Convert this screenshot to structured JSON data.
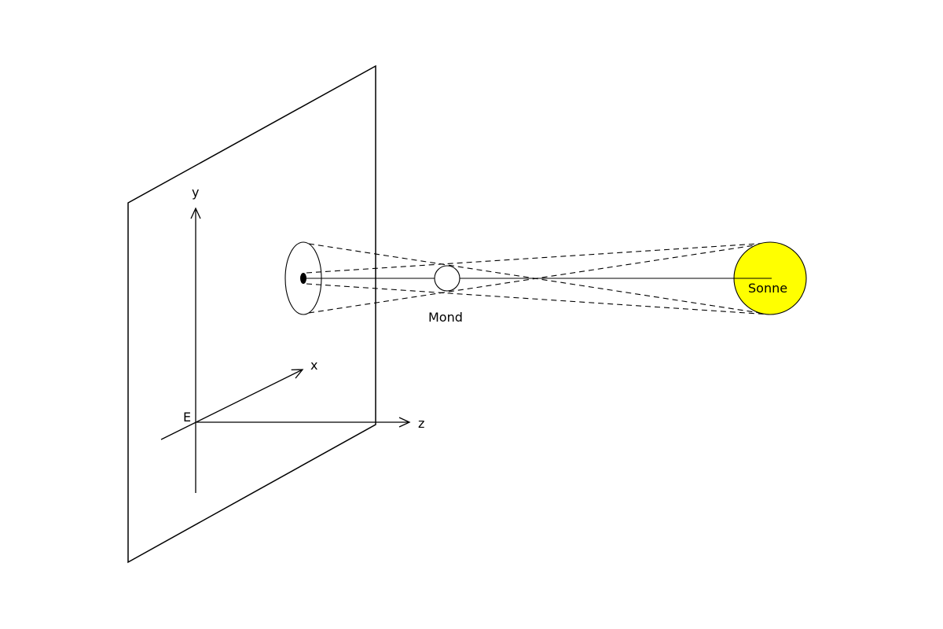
{
  "diagram": {
    "axes": {
      "x": "x",
      "y": "y",
      "z": "z",
      "origin": "E"
    },
    "bodies": {
      "moon": {
        "label": "Mond"
      },
      "sun": {
        "label": "Sonne",
        "color": "#ffff00"
      }
    },
    "colors": {
      "line": "#000000",
      "background": "#ffffff"
    }
  }
}
